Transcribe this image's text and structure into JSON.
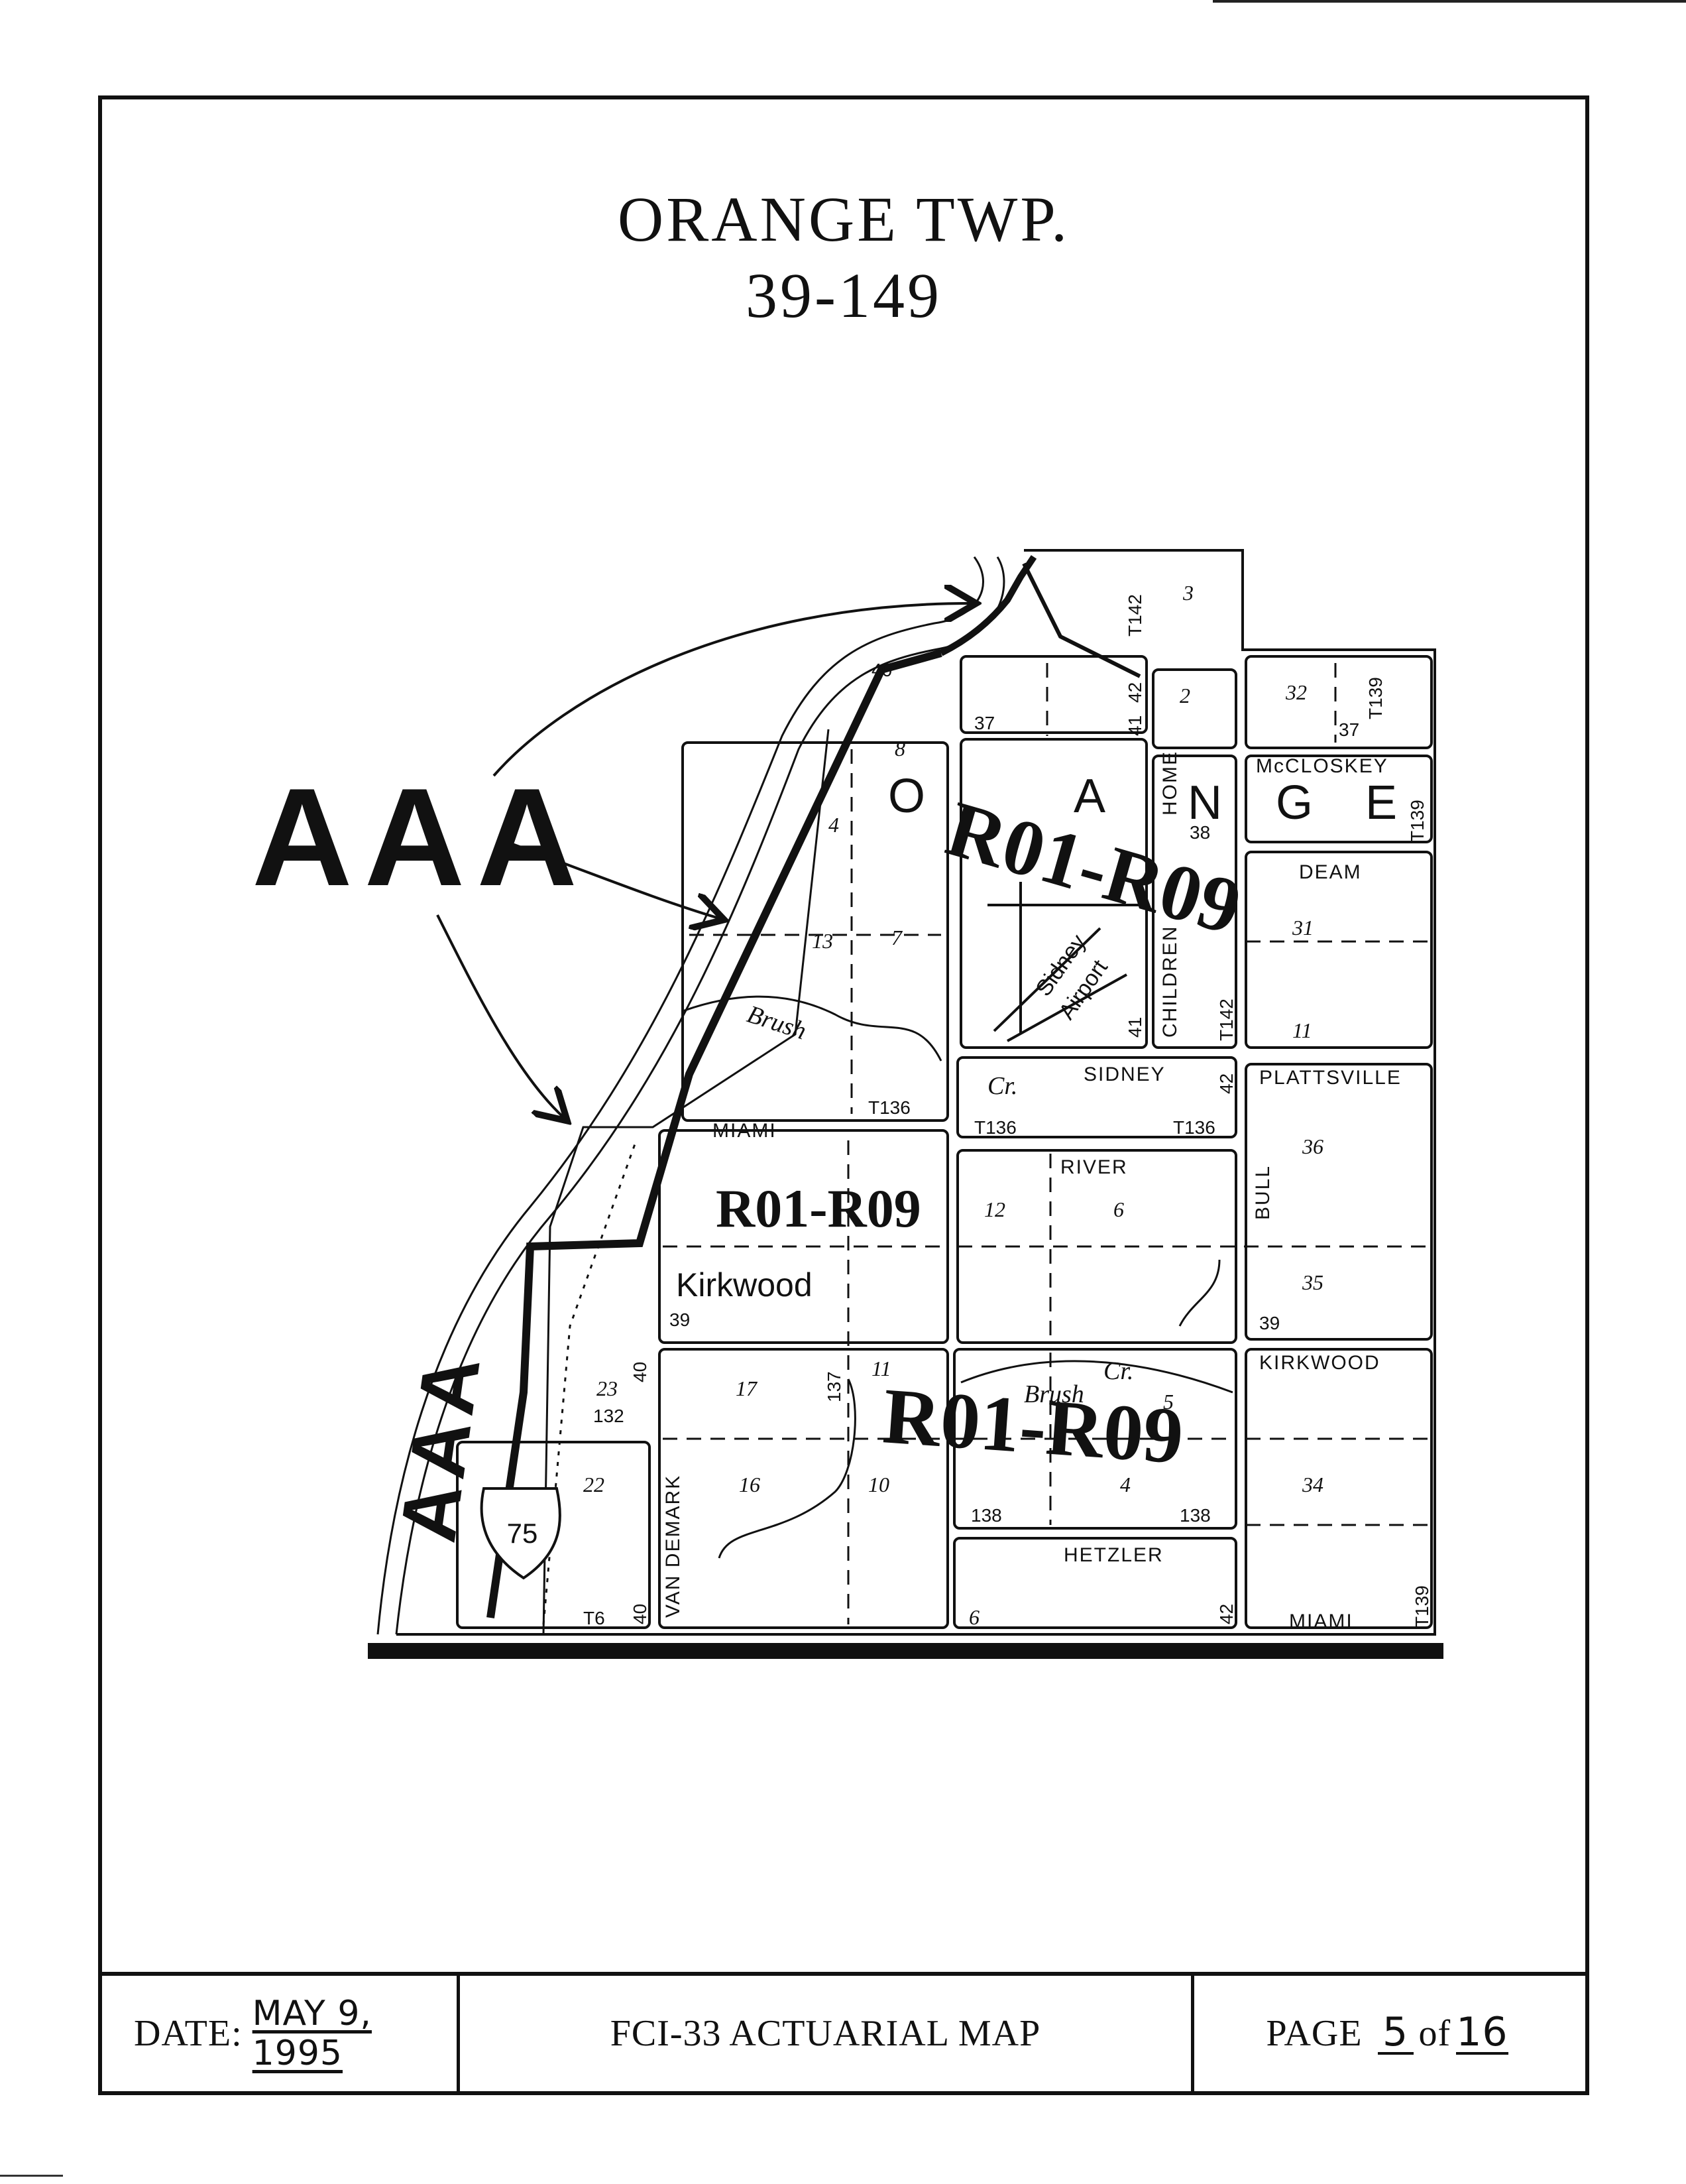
{
  "header": {
    "title": "ORANGE TWP.",
    "subtitle": "39-149"
  },
  "map": {
    "callout": "AAA",
    "zone_labels": [
      "R01-R09",
      "R01-R09",
      "R01-R09"
    ],
    "twp_letters": [
      "O",
      "A",
      "N",
      "G",
      "E"
    ],
    "roads": [
      "McCLOSKEY",
      "DEAM",
      "SIDNEY",
      "PLATTSVILLE",
      "MIAMI",
      "RIVER",
      "BULL",
      "KIRKWOOD",
      "HETZLER",
      "MIAMI",
      "HOME",
      "CHILDREN",
      "VAN DEMARK"
    ],
    "place": "Kirkwood",
    "airport": [
      "Sidney",
      "Airport"
    ],
    "creeks": [
      "Brush",
      "Cr.",
      "Brush",
      "Cr."
    ],
    "route_shield": "75",
    "road_codes": [
      "T142",
      "T139",
      "T139",
      "T142",
      "T136",
      "T136",
      "T136",
      "T139",
      "T6",
      "132",
      "137",
      "138",
      "138",
      "37",
      "37",
      "38",
      "39",
      "39",
      "40",
      "40",
      "40",
      "41",
      "41",
      "42",
      "42",
      "42"
    ],
    "sections": [
      "3",
      "2",
      "32",
      "8",
      "4",
      "13",
      "7",
      "31",
      "11",
      "36",
      "12",
      "6",
      "35",
      "23",
      "17",
      "11",
      "5",
      "22",
      "16",
      "10",
      "4",
      "34",
      "6"
    ]
  },
  "footer": {
    "date_label": "DATE:",
    "date_value": "MAY 9, 1995",
    "map_title": "FCI-33 ACTUARIAL  MAP",
    "page_label": "PAGE",
    "page_current": "5",
    "page_of": "of",
    "page_total": "16"
  }
}
